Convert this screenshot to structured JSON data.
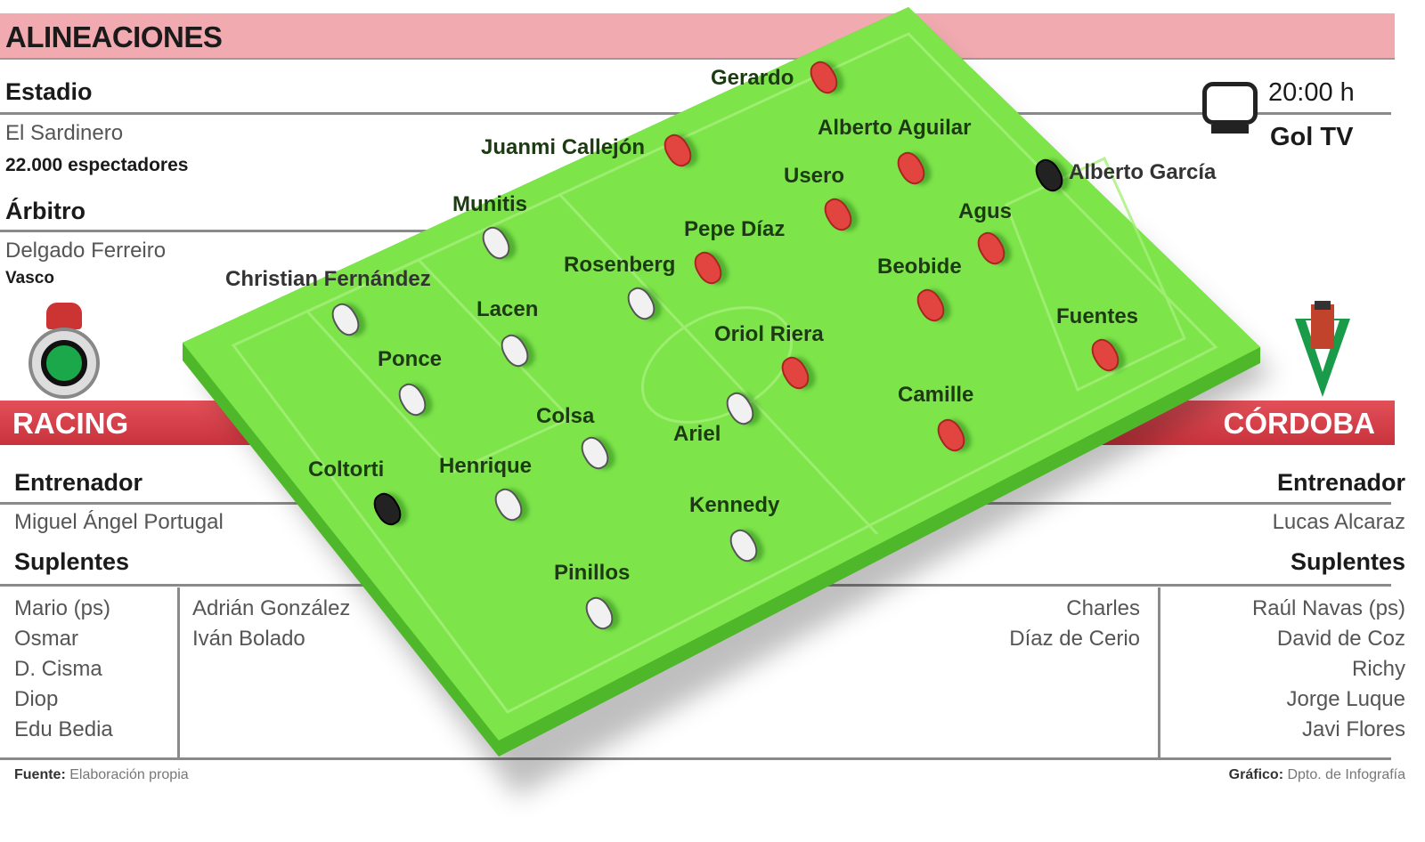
{
  "title": "ALINEACIONES",
  "stadium": {
    "label": "Estadio",
    "name": "El Sardinero",
    "attendance": "22.000 espectadores"
  },
  "referee": {
    "label": "Árbitro",
    "name": "Delgado Ferreiro",
    "region": "Vasco"
  },
  "broadcast": {
    "time": "20:00 h",
    "channel": "Gol TV",
    "icon": "tv-icon"
  },
  "home": {
    "name": "RACING",
    "coach_label": "Entrenador",
    "coach": "Miguel Ángel Portugal",
    "subs_label": "Suplentes",
    "subs_col1": [
      "Mario (ps)",
      "Osmar",
      "D. Cisma",
      "Diop",
      "Edu Bedia"
    ],
    "subs_col2": [
      "Adrián González",
      "Iván Bolado"
    ],
    "players": [
      "Munitis",
      "Christian Fernández",
      "Lacen",
      "Rosenberg",
      "Ponce",
      "Colsa",
      "Ariel",
      "Coltorti",
      "Henrique",
      "Kennedy",
      "Pinillos"
    ]
  },
  "away": {
    "name": "CÓRDOBA",
    "coach_label": "Entrenador",
    "coach": "Lucas Alcaraz",
    "subs_label": "Suplentes",
    "subs_col1": [
      "Charles",
      "Díaz de Cerio"
    ],
    "subs_col2": [
      "Raúl Navas (ps)",
      "David de Coz",
      "Richy",
      "Jorge Luque",
      "Javi Flores"
    ],
    "players": [
      "Gerardo",
      "Juanmi Callejón",
      "Alberto Aguilar",
      "Usero",
      "Alberto García",
      "Agus",
      "Pepe Díaz",
      "Beobide",
      "Oriol Riera",
      "Fuentes",
      "Camille"
    ]
  },
  "footer": {
    "source_label": "Fuente:",
    "source": "Elaboración propia",
    "graphic_label": "Gráfico:",
    "graphic": "Dpto. de Infografía"
  },
  "colors": {
    "header": "#f0aab0",
    "band": "#d9404a",
    "pitch": "#7de44a",
    "home_kit": "#f1f1f1",
    "away_kit": "#e2453f"
  }
}
